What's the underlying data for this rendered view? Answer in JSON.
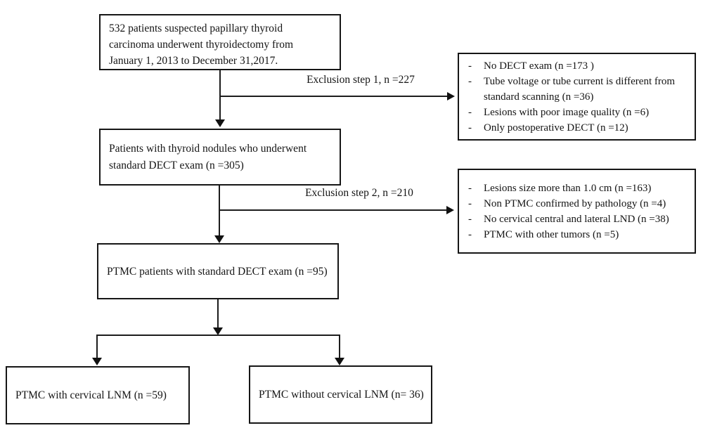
{
  "diagram": {
    "title_hint": "Patient selection flowchart",
    "colors": {
      "line": "#1c1c1c",
      "border": "#161616",
      "text": "#141414",
      "background": "#ffffff"
    },
    "labels": {
      "exclusion_step_1": "Exclusion step 1, n =227",
      "exclusion_step_2": "Exclusion step 2, n =210"
    },
    "boxes": {
      "initial": {
        "lines": [
          "532 patients suspected papillary thyroid",
          "carcinoma underwent thyroidectomy from",
          "January 1, 2013 to December 31,2017."
        ]
      },
      "dect": {
        "lines": [
          "Patients with thyroid nodules who underwent",
          "standard DECT exam (n =305)"
        ]
      },
      "ptmc": {
        "text": "PTMC patients with standard DECT exam (n =95)"
      },
      "lnm_positive": {
        "text": "PTMC with cervical LNM (n =59)"
      },
      "lnm_negative": {
        "text": "PTMC without cervical LNM (n= 36)"
      },
      "exclusion_1": {
        "bullet": "-",
        "items": [
          "No DECT exam (n =173 )",
          "Tube voltage or tube current is different from standard scanning (n =36)",
          "Lesions with poor image quality (n =6)",
          "Only postoperative DECT (n =12)"
        ]
      },
      "exclusion_2": {
        "bullet": "-",
        "items": [
          "Lesions size more than 1.0 cm (n  =163)",
          "Non PTMC confirmed by pathology (n =4)",
          "No cervical central and lateral LND (n =38)",
          "PTMC with other tumors (n =5)"
        ]
      }
    }
  }
}
